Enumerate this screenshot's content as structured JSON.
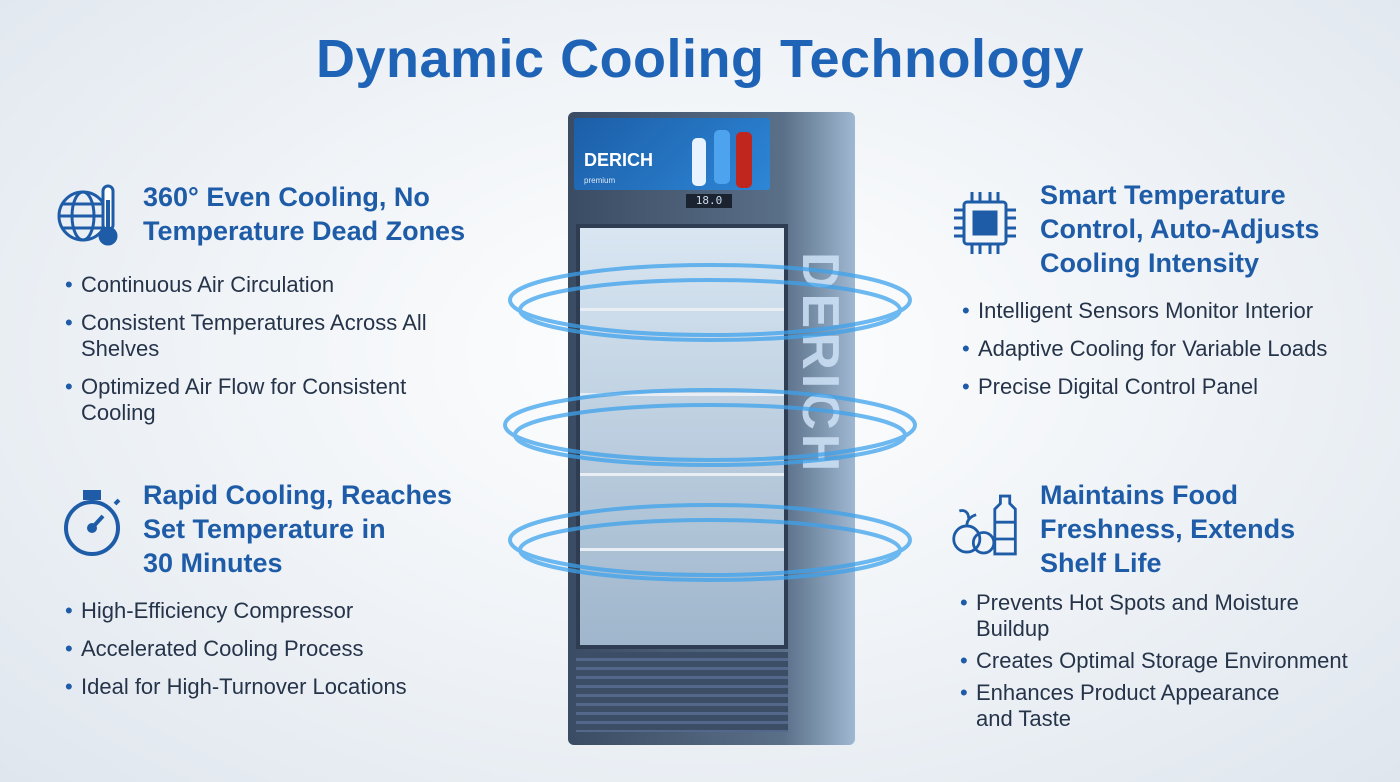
{
  "title": "Dynamic Cooling Technology",
  "sections": [
    {
      "title_lines": [
        "360° Even Cooling, No",
        "Temperature Dead Zones"
      ],
      "icon": "globe-thermometer-icon",
      "bullets": [
        "Continuous Air Circulation",
        "Consistent Temperatures Across All Shelves",
        "Optimized Air Flow for Consistent Cooling"
      ]
    },
    {
      "title_lines": [
        "Rapid Cooling, Reaches",
        "Set Temperature in",
        "30 Minutes"
      ],
      "icon": "stopwatch-icon",
      "bullets": [
        "High-Efficiency Compressor",
        "Accelerated Cooling Process",
        "Ideal for High-Turnover Locations"
      ]
    },
    {
      "title_lines": [
        "Smart Temperature",
        "Control, Auto-Adjusts",
        "Cooling Intensity"
      ],
      "icon": "chip-icon",
      "bullets": [
        "Intelligent Sensors Monitor Interior",
        "Adaptive Cooling for Variable Loads",
        "Precise Digital Control Panel"
      ]
    },
    {
      "title_lines": [
        "Maintains Food",
        "Freshness, Extends",
        "Shelf Life"
      ],
      "icon": "fruit-bottle-icon",
      "bullets": [
        "Prevents Hot Spots and Moisture Buildup",
        "Creates Optimal Storage Environment",
        "Enhances Product Appearance and Taste"
      ]
    }
  ],
  "fridge": {
    "brand": "DERICH",
    "sub": "premium",
    "display": "18.0",
    "side_brand": "DERICH",
    "accent": "#1e63b5"
  }
}
